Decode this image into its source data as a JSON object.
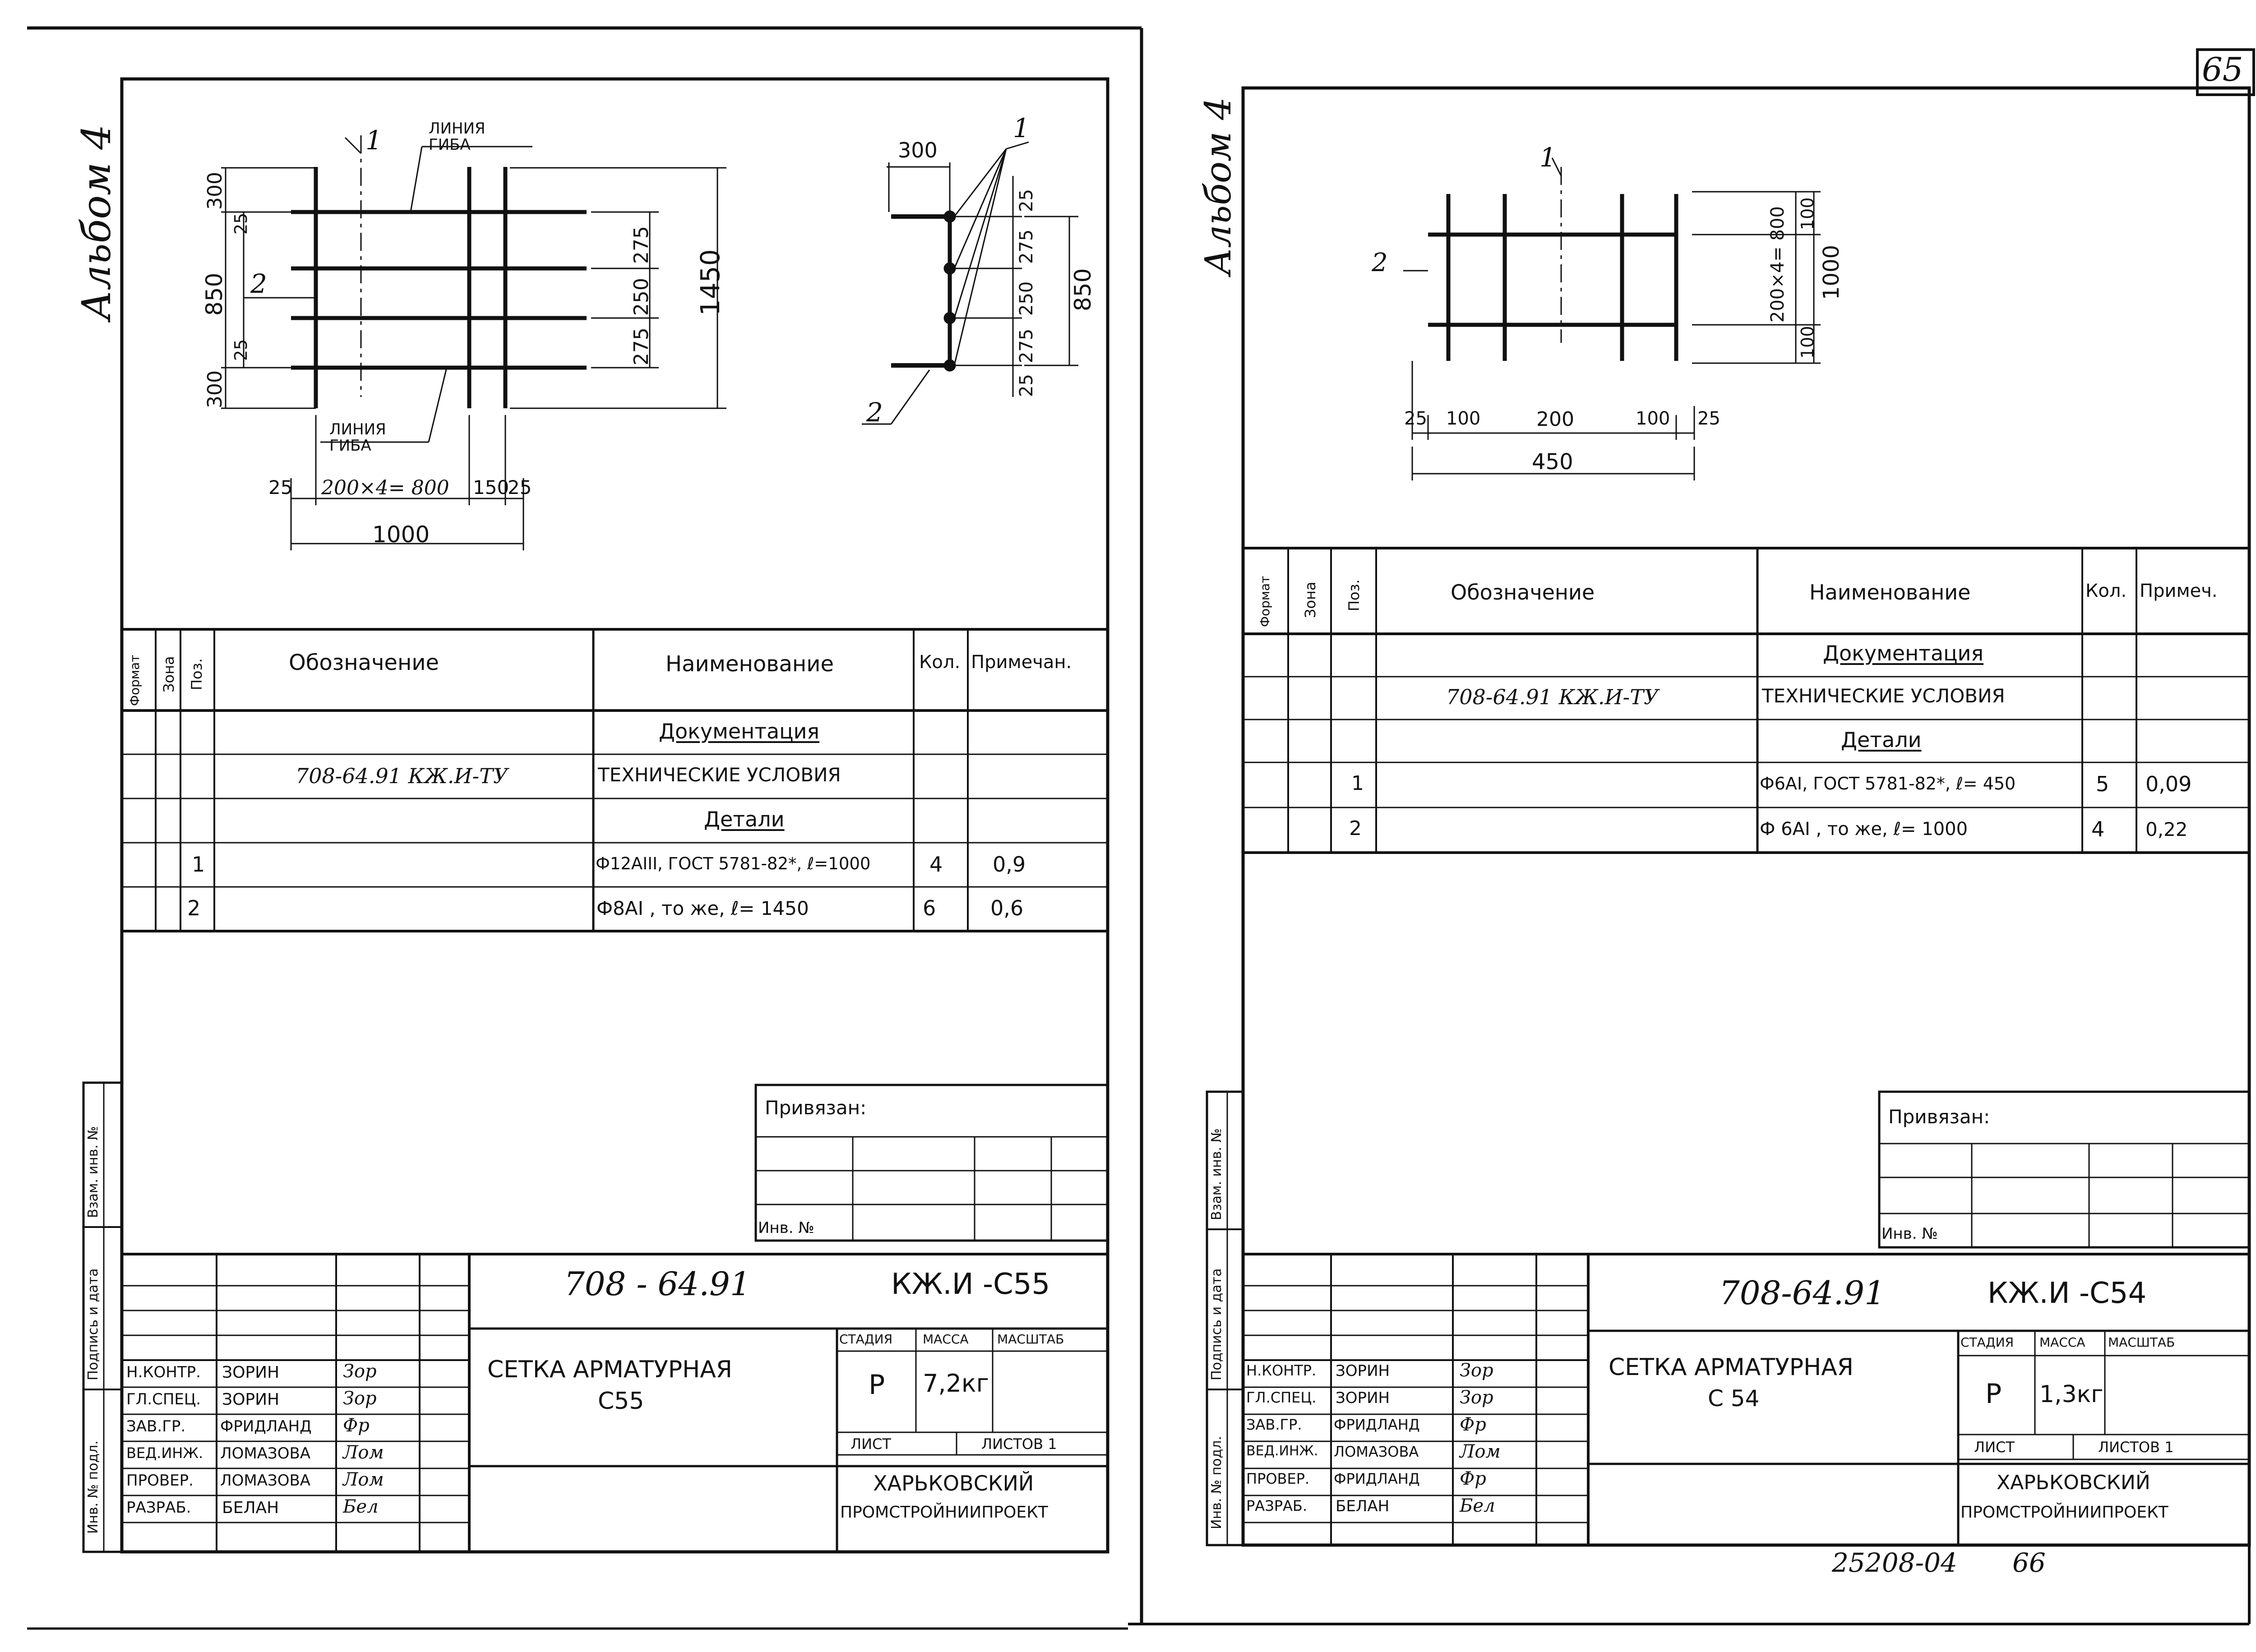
{
  "page_number": "65",
  "bottom_stamp": "25208-04",
  "bottom_page": "66",
  "sheets": [
    {
      "album": "Альбом 4",
      "drawing": {
        "pos1": "1",
        "pos2": "2",
        "bend_line_top": "линия\nгиба",
        "bend_line_bottom": "линия\nгиба",
        "dim_300_top": "300",
        "dim_25_a": "25",
        "dim_850": "850",
        "dim_25_b": "25",
        "dim_300_bot": "300",
        "dim_275_a": "275",
        "dim_250": "250",
        "dim_275_b": "275",
        "dim_1450": "1450",
        "dim_bot_25a": "25",
        "dim_bot_800": "200×4= 800",
        "dim_bot_150": "150",
        "dim_bot_25b": "25",
        "dim_1000": "1000",
        "section_300": "300",
        "section_25_top": "25",
        "section_275_a": "275",
        "section_250": "250",
        "section_275_b": "275",
        "section_25_bot": "25",
        "section_850": "850",
        "section_pos1": "1",
        "section_pos2": "2"
      },
      "spec": {
        "headers": [
          "Формат",
          "Зона",
          "Поз.",
          "Обозначение",
          "Наименование",
          "Кол.",
          "Примечан."
        ],
        "rows": [
          {
            "format": "",
            "zone": "",
            "pos": "",
            "designation": "",
            "name": "Документация",
            "qty": "",
            "note": "",
            "heading": true
          },
          {
            "format": "",
            "zone": "",
            "pos": "",
            "designation": "708-64.91 КЖ.И-ТУ",
            "name": "Технические условия",
            "qty": "",
            "note": ""
          },
          {
            "format": "",
            "zone": "",
            "pos": "",
            "designation": "",
            "name": "Детали",
            "qty": "",
            "note": "",
            "heading": true
          },
          {
            "format": "",
            "zone": "",
            "pos": "1",
            "designation": "",
            "name": "Ф12АIII, ГОСТ 5781-82*, ℓ=1000",
            "qty": "4",
            "note": "0,9"
          },
          {
            "format": "",
            "zone": "",
            "pos": "2",
            "designation": "",
            "name": "Ф8АI , то же, ℓ= 1450",
            "qty": "6",
            "note": "0,6"
          }
        ]
      },
      "side_labels": [
        "Инв. № подл.",
        "Подпись и дата",
        "Взам. инв. №"
      ],
      "privyazan": "Привязан:",
      "inv_no": "Инв. №",
      "title_block": {
        "code": "708 - 64.91",
        "sheet_code": "КЖ.И -С55",
        "title_line1": "Сетка арматурная",
        "title_line2": "С55",
        "stage_label": "Стадия",
        "mass_label": "Масса",
        "scale_label": "Масштаб",
        "stage": "Р",
        "mass": "7,2кг",
        "scale": "",
        "sheet_label": "Лист",
        "sheets_label": "Листов 1",
        "org_line1": "Харьковский",
        "org_line2": "Промстройниипроект",
        "people": [
          {
            "role": "Н.контр.",
            "name": "Зорин",
            "sign": "Зор"
          },
          {
            "role": "Гл.спец.",
            "name": "Зорин",
            "sign": "Зор"
          },
          {
            "role": "Зав.гр.",
            "name": "Фридланд",
            "sign": "Фр"
          },
          {
            "role": "Вед.инж.",
            "name": "Ломазова",
            "sign": "Лом"
          },
          {
            "role": "Провер.",
            "name": "Ломазова",
            "sign": "Лом"
          },
          {
            "role": "Разраб.",
            "name": "Белан",
            "sign": "Бел"
          }
        ]
      }
    },
    {
      "album": "Альбом 4",
      "drawing": {
        "pos1": "1",
        "pos2": "2",
        "dim_100_top": "100",
        "dim_800": "200×4= 800",
        "dim_100_bot": "100",
        "dim_1000": "1000",
        "dim_25a": "25",
        "dim_100a": "100",
        "dim_200": "200",
        "dim_100b": "100",
        "dim_25b": "25",
        "dim_450": "450"
      },
      "spec": {
        "headers": [
          "Формат",
          "Зона",
          "Поз.",
          "Обозначение",
          "Наименование",
          "Кол.",
          "Примеч."
        ],
        "rows": [
          {
            "format": "",
            "zone": "",
            "pos": "",
            "designation": "",
            "name": "Документация",
            "qty": "",
            "note": "",
            "heading": true
          },
          {
            "format": "",
            "zone": "",
            "pos": "",
            "designation": "708-64.91 КЖ.И-ТУ",
            "name": "Технические условия",
            "qty": "",
            "note": ""
          },
          {
            "format": "",
            "zone": "",
            "pos": "",
            "designation": "",
            "name": "Детали",
            "qty": "",
            "note": "",
            "heading": true
          },
          {
            "format": "",
            "zone": "",
            "pos": "1",
            "designation": "",
            "name": "Ф6АI, ГОСТ 5781-82*, ℓ= 450",
            "qty": "5",
            "note": "0,09"
          },
          {
            "format": "",
            "zone": "",
            "pos": "2",
            "designation": "",
            "name": "Ф 6АI , то же, ℓ= 1000",
            "qty": "4",
            "note": "0,22"
          }
        ]
      },
      "side_labels": [
        "Инв. № подл.",
        "Подпись и дата",
        "Взам. инв. №"
      ],
      "privyazan": "Привязан:",
      "inv_no": "Инв. №",
      "title_block": {
        "code": "708-64.91",
        "sheet_code": "КЖ.И -С54",
        "title_line1": "Сетка арматурная",
        "title_line2": "С 54",
        "stage_label": "Стадия",
        "mass_label": "Масса",
        "scale_label": "Масштаб",
        "stage": "Р",
        "mass": "1,3кг",
        "scale": "",
        "sheet_label": "Лист",
        "sheets_label": "Листов 1",
        "org_line1": "Харьковский",
        "org_line2": "Промстройниипроект",
        "people": [
          {
            "role": "Н.контр.",
            "name": "Зорин",
            "sign": "Зор"
          },
          {
            "role": "Гл.спец.",
            "name": "Зорин",
            "sign": "Зор"
          },
          {
            "role": "Зав.гр.",
            "name": "Фридланд",
            "sign": "Фр"
          },
          {
            "role": "Вед.инж.",
            "name": "Ломазова",
            "sign": "Лом"
          },
          {
            "role": "Провер.",
            "name": "Фридланд",
            "sign": "Фр"
          },
          {
            "role": "Разраб.",
            "name": "Белан",
            "sign": "Бел"
          }
        ]
      }
    }
  ]
}
